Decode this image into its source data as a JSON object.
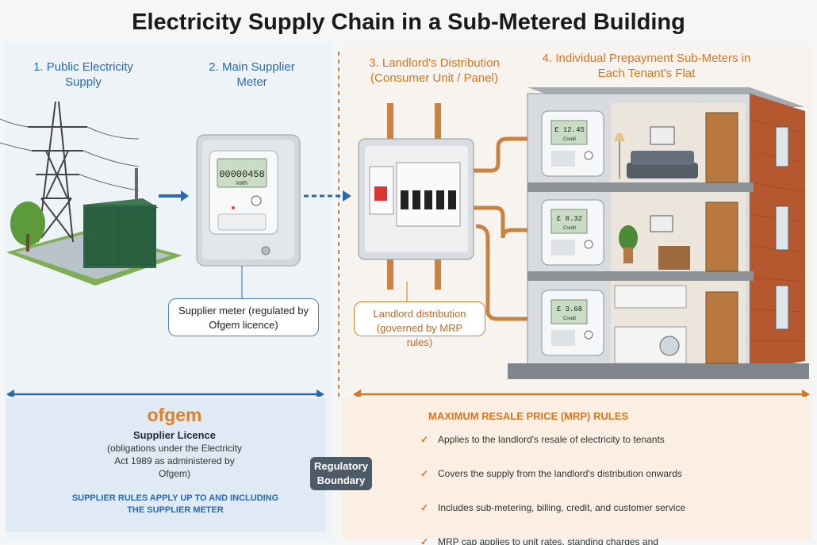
{
  "title": "Electricity Supply Chain in a Sub-Metered Building",
  "stages": {
    "s1": "1. Public Electricity Supply",
    "s2": "2. Main Supplier Meter",
    "s3": "3. Landlord's Distribution (Consumer Unit / Panel)",
    "s4": "4. Individual Prepayment Sub-Meters in Each Tenant's Flat"
  },
  "meter": {
    "reading": "00000458",
    "unit": "kWh"
  },
  "submeters": [
    {
      "amount": "£ 12.45",
      "label": "Credit"
    },
    {
      "amount": "£ 8.32",
      "label": "Credit"
    },
    {
      "amount": "£ 3.68",
      "label": "Credit"
    }
  ],
  "notes": {
    "supplier_meter": "Supplier meter (regulated by Ofgem licence)",
    "landlord_dist": "Landlord distribution (governed by MRP rules)"
  },
  "licence": {
    "logo": "ofgem",
    "heading": "Supplier Licence",
    "body": "(obligations under the Electricity Act 1989 as administered by Ofgem)",
    "rule": "SUPPLIER RULES APPLY UP TO AND INCLUDING THE SUPPLIER METER"
  },
  "boundary": "Regulatory Boundary",
  "mrp": {
    "heading": "MAXIMUM RESALE PRICE (MRP) RULES",
    "items": [
      "Applies to the landlord's resale of electricity to tenants",
      "Covers the supply from the landlord's distribution onwards",
      "Includes sub-metering, billing, credit, and customer service",
      "MRP cap applies to unit rates, standing charges and other permitted payments"
    ]
  },
  "colors": {
    "blue": "#2a69ad",
    "orange": "#d9741f",
    "brick": "#b5582f",
    "cable": "#c9833f"
  }
}
